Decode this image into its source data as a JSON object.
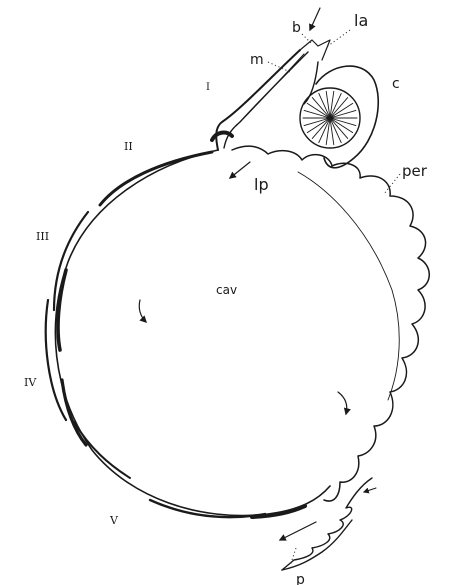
{
  "figure": {
    "labels": {
      "b": "b",
      "la": "la",
      "m": "m",
      "c": "c",
      "lp": "lp",
      "per": "per",
      "cav": "cav",
      "p": "p",
      "roman_1": "I",
      "roman_2": "II",
      "roman_3": "III",
      "roman_4": "IV",
      "roman_5": "V"
    },
    "colors": {
      "ink": "#1a1a1a",
      "paper": "#ffffff"
    }
  }
}
